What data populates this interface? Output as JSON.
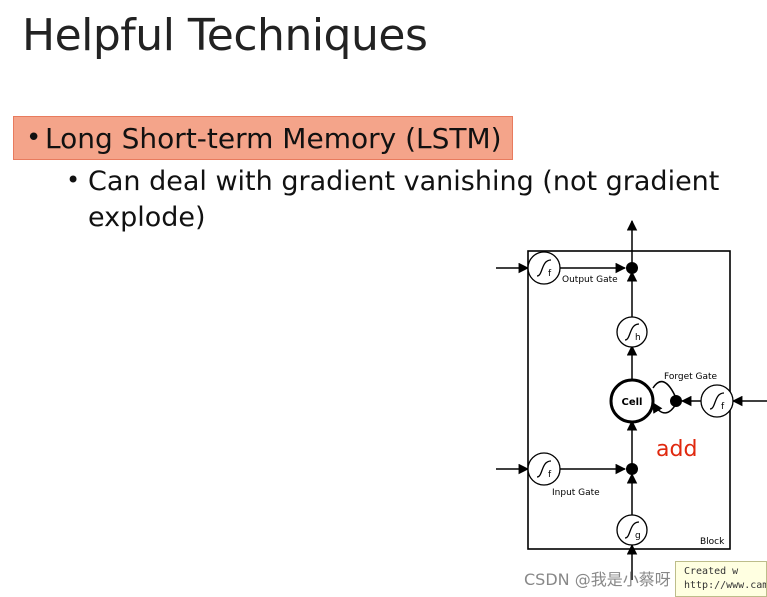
{
  "slide": {
    "title": "Helpful Techniques",
    "bullet": "Long Short-term Memory (LSTM)",
    "sub_bullet": "Can deal with gradient vanishing (not gradient explode)"
  },
  "diagram": {
    "output_gate": "Output Gate",
    "input_gate": "Input Gate",
    "forget_gate": "Forget Gate",
    "cell": "Cell",
    "block": "Block",
    "add_annotation": "add",
    "sym_f": "f",
    "sym_h": "h",
    "sym_g": "g",
    "annotation_color": "#e0280e"
  },
  "watermark": {
    "text": "CSDN @我是小蔡呀",
    "tooltip_line1": "Created w",
    "tooltip_line2": "http://www.cam"
  }
}
